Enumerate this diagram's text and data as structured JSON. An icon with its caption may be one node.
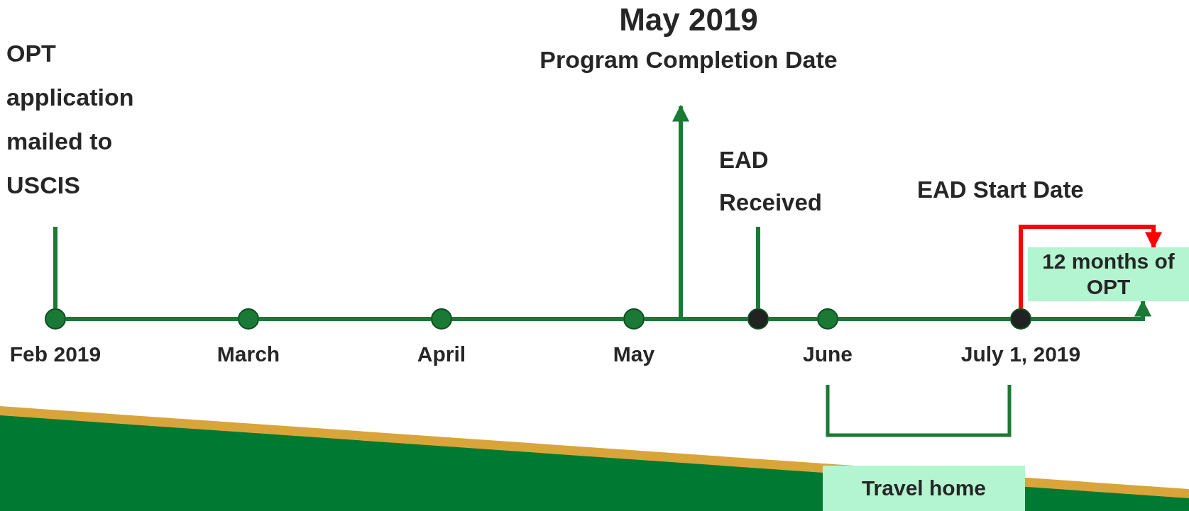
{
  "diagram": {
    "nodes": [
      {
        "text": [
          "OPT application mailed to USCIS"
        ]
      },
      {
        "text": [
          "May 2019",
          "Program Completion Date"
        ]
      },
      {
        "text": [
          "EAD Received"
        ]
      },
      {
        "text": [
          "12 months of OPT"
        ]
      },
      {
        "text": [],
        "shape": "circle",
        "beside": [
          "Feb 2019"
        ]
      },
      {
        "text": [],
        "shape": "circle",
        "beside": [
          "March"
        ]
      },
      {
        "text": [],
        "shape": "circle",
        "beside": [
          "April"
        ]
      },
      {
        "text": [],
        "shape": "circle",
        "beside": [
          "May"
        ]
      },
      {
        "text": [],
        "shape": "circle"
      },
      {
        "text": [],
        "shape": "circle",
        "beside": [
          "June"
        ]
      },
      {
        "text": [],
        "shape": "circle",
        "beside": [
          "July 1, 2019"
        ]
      },
      {
        "text": [
          "Travel home"
        ]
      }
    ],
    "edges": [
      {
        "from": 4,
        "to": 5,
        "arrow": "none"
      },
      {
        "from": 5,
        "to": 6,
        "arrow": "none"
      },
      {
        "from": 6,
        "to": 7,
        "arrow": "none"
      },
      {
        "from": 7,
        "to": 8,
        "arrow": "none"
      },
      {
        "from": 8,
        "to": 9,
        "arrow": "none"
      },
      {
        "from": 9,
        "to": 10,
        "arrow": "none"
      },
      {
        "from": 10,
        "to": 3,
        "arrow": "to"
      },
      {
        "from": 0,
        "to": 4,
        "arrow": "none"
      },
      {
        "from": null,
        "to": 1,
        "arrow": "to"
      },
      {
        "from": 2,
        "to": 8,
        "arrow": "none"
      },
      {
        "from": 10,
        "to": 3,
        "arrow": "to",
        "color": "#ff0000"
      }
    ],
    "labels": [
      "EAD Start Date"
    ]
  }
}
